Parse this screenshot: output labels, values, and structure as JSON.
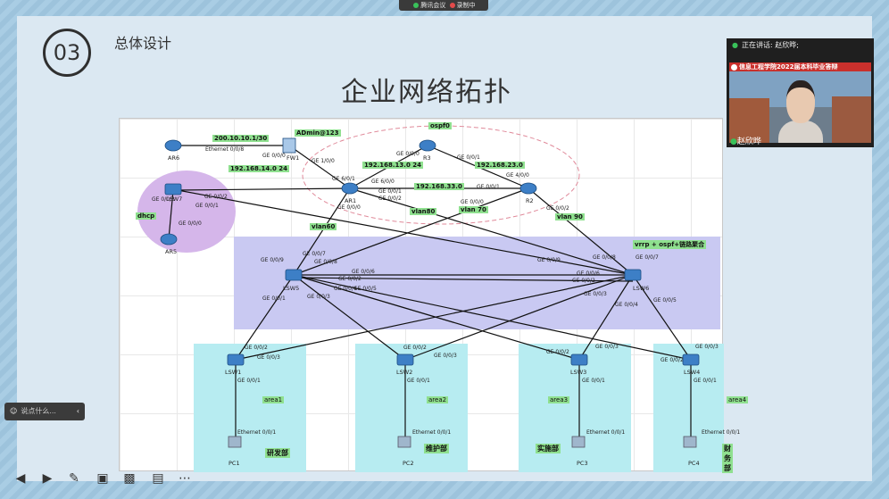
{
  "meeting": {
    "app": "腾讯会议",
    "recording": "录制中"
  },
  "slide": {
    "number": "03",
    "section": "总体设计",
    "title": "企业网络拓扑"
  },
  "topology": {
    "devices": [
      {
        "id": "AR6",
        "label": "AR6"
      },
      {
        "id": "FW1",
        "label": "FW1"
      },
      {
        "id": "R3",
        "label": "R3"
      },
      {
        "id": "AR1",
        "label": "AR1"
      },
      {
        "id": "R2",
        "label": "R2"
      },
      {
        "id": "LSW7",
        "label": "LSW7"
      },
      {
        "id": "AR5",
        "label": "AR5"
      },
      {
        "id": "LSW5",
        "label": "LSW5"
      },
      {
        "id": "LSW6",
        "label": "LSW6"
      },
      {
        "id": "LSW1",
        "label": "LSW1"
      },
      {
        "id": "LSW2",
        "label": "LSW2"
      },
      {
        "id": "LSW3",
        "label": "LSW3"
      },
      {
        "id": "LSW4",
        "label": "LSW4"
      },
      {
        "id": "PC1",
        "label": "PC1"
      },
      {
        "id": "PC2",
        "label": "PC2"
      },
      {
        "id": "PC3",
        "label": "PC3"
      },
      {
        "id": "PC4",
        "label": "PC4"
      }
    ],
    "tags": {
      "admin": "ADmin@123",
      "ip_200": "200.10.10.1/30",
      "ip_14": "192.168.14.0 24",
      "ospf": "ospf0",
      "ip_13": "192.168.13.0 24",
      "ip_23": "192.168.23.0",
      "ip_33": "192.168.33.0",
      "dhcp": "dhcp",
      "vlan60": "vlan60",
      "vlan80": "vlan80",
      "vlan70": "vlan 70",
      "vlan90": "vlan 90",
      "vrrp": "vrrp + ospf+链路聚合"
    },
    "areas": [
      "area1",
      "area2",
      "area3",
      "area4"
    ],
    "departments": [
      "研发部",
      "维护部",
      "实施部",
      "财务部"
    ],
    "ports": {
      "eth008": "Ethernet 0/0/8",
      "ge000": "GE 0/0/0",
      "ge100": "GE 1/0/0",
      "ge601": "GE 6/0/1",
      "ge600": "GE 6/0/0",
      "ge001": "GE 0/0/1",
      "ge002": "GE 0/0/2",
      "ge003": "GE 0/0/3",
      "ge400": "GE 4/0/0",
      "ge004": "GE 0/0/4",
      "ge005": "GE 0/0/5",
      "ge006": "GE 0/0/6",
      "ge007": "GE 0/0/7",
      "ge008": "GE 0/0/8",
      "ge009": "GE 0/0/9",
      "eth001": "Ethernet 0/0/1"
    }
  },
  "video": {
    "speaking": "正在讲话: 赵欣晔;",
    "banner": "信息工程学院2022届本科毕业答辩",
    "name": "赵欣晔"
  },
  "chat": {
    "placeholder": "说点什么..."
  },
  "colors": {
    "ospf_ellipse": "#e08a9a",
    "dhcp_zone": "#d5b6ea",
    "core_zone": "#c9c9f2",
    "access_zone": "#b7ecf1",
    "tag_green": "#8fe08f",
    "banner": "#c9302c"
  }
}
